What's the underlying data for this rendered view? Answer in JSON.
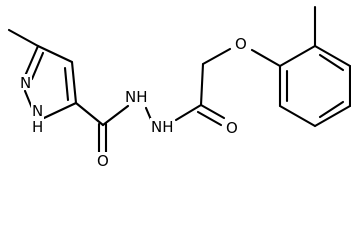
{
  "structure": {
    "labels": {
      "pyrazole_n2": "N",
      "pyrazole_n1h": "N",
      "pyrazole_n1h_h": "H",
      "amide_carbonyl_o": "O",
      "hydrazide_nh_1": "NH",
      "hydrazide_nh_2": "NH",
      "acetyl_carbonyl_o": "O",
      "ether_o": "O"
    }
  },
  "colors": {
    "bond": "#000000",
    "label": "#000000",
    "background": "#ffffff"
  }
}
